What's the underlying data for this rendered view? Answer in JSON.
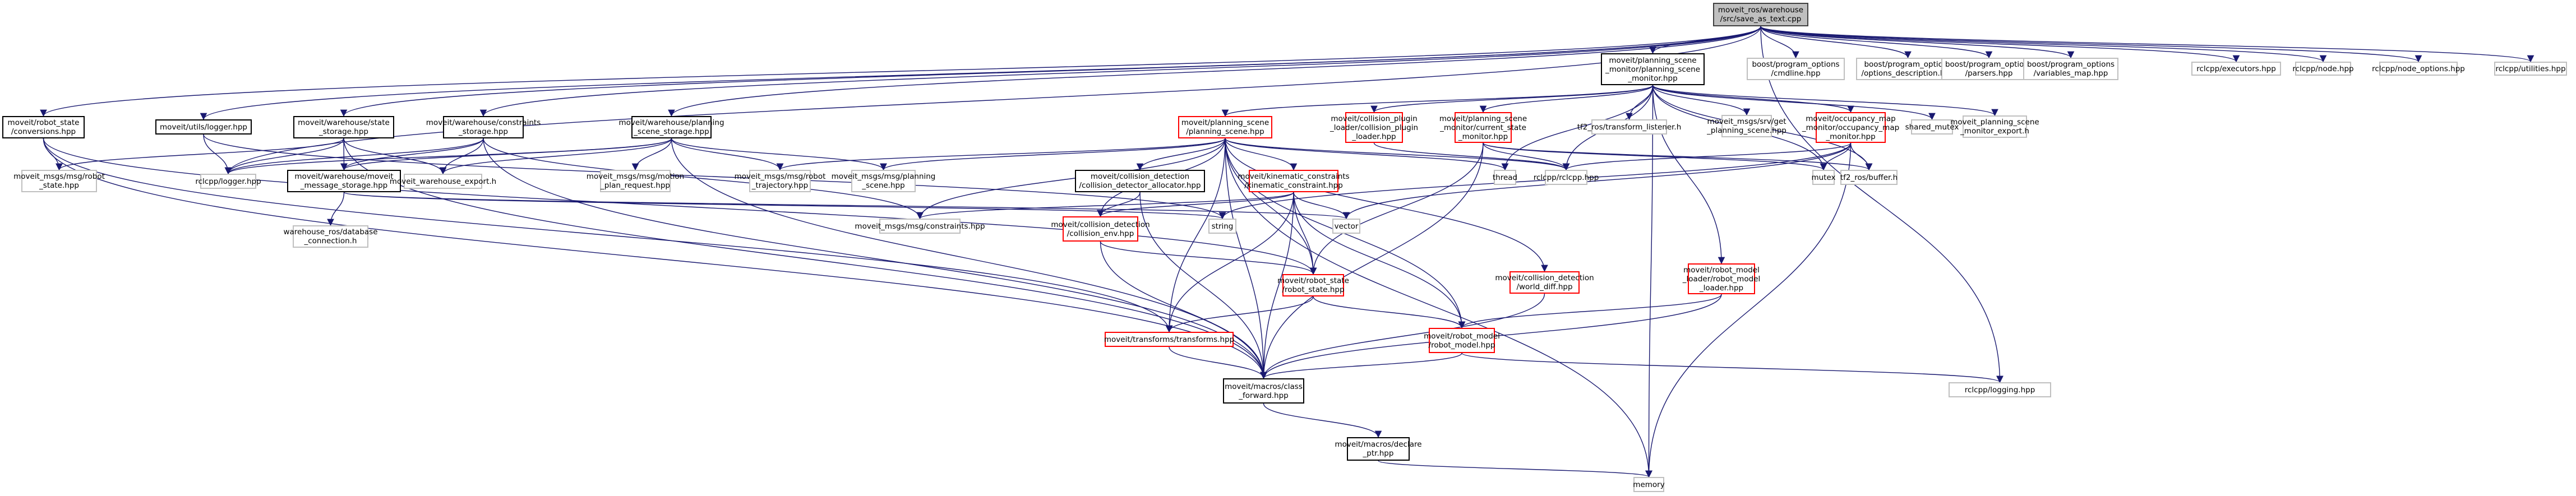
{
  "title": "moveit_ros/warehouse/src/save_as_text.cpp include dependency graph",
  "colors": {
    "edge": "#191970",
    "root_fill": "#bfbfbf",
    "documented_border": "#000000",
    "truncated_border": "#ff0000",
    "external_border": "#bfbfbf"
  },
  "nodes": [
    {
      "id": "root",
      "label": "moveit_ros/warehouse\n/src/save_as_text.cpp",
      "kind": "root"
    },
    {
      "id": "psm",
      "label": "moveit/planning_scene\n_monitor/planning_scene\n_monitor.hpp",
      "kind": "doc"
    },
    {
      "id": "cmdline",
      "label": "boost/program_options\n/cmdline.hpp",
      "kind": "ext"
    },
    {
      "id": "optdesc",
      "label": "boost/program_options\n/options_description.hpp",
      "kind": "ext"
    },
    {
      "id": "parsers",
      "label": "boost/program_options\n/parsers.hpp",
      "kind": "ext"
    },
    {
      "id": "varmap",
      "label": "boost/program_options\n/variables_map.hpp",
      "kind": "ext"
    },
    {
      "id": "executors",
      "label": "rclcpp/executors.hpp",
      "kind": "ext"
    },
    {
      "id": "node",
      "label": "rclcpp/node.hpp",
      "kind": "ext"
    },
    {
      "id": "nodeopts",
      "label": "rclcpp/node_options.hpp",
      "kind": "ext"
    },
    {
      "id": "utilities",
      "label": "rclcpp/utilities.hpp",
      "kind": "ext"
    },
    {
      "id": "rsconv",
      "label": "moveit/robot_state\n/conversions.hpp",
      "kind": "doc"
    },
    {
      "id": "ulogger",
      "label": "moveit/utils/logger.hpp",
      "kind": "doc"
    },
    {
      "id": "statest",
      "label": "moveit/warehouse/state\n_storage.hpp",
      "kind": "doc"
    },
    {
      "id": "constst",
      "label": "moveit/warehouse/constraints\n_storage.hpp",
      "kind": "doc"
    },
    {
      "id": "psst",
      "label": "moveit/warehouse/planning\n_scene_storage.hpp",
      "kind": "doc"
    },
    {
      "id": "ps",
      "label": "moveit/planning_scene\n/planning_scene.hpp",
      "kind": "red"
    },
    {
      "id": "cpl",
      "label": "moveit/collision_plugin\n_loader/collision_plugin\n_loader.hpp",
      "kind": "red"
    },
    {
      "id": "csm",
      "label": "moveit/planning_scene\n_monitor/current_state\n_monitor.hpp",
      "kind": "red"
    },
    {
      "id": "tflistener",
      "label": "tf2_ros/transform_listener.h",
      "kind": "ext"
    },
    {
      "id": "getps",
      "label": "moveit_msgs/srv/get\n_planning_scene.hpp",
      "kind": "ext"
    },
    {
      "id": "omm",
      "label": "moveit/occupancy_map\n_monitor/occupancy_map\n_monitor.hpp",
      "kind": "red"
    },
    {
      "id": "sharedmutex",
      "label": "shared_mutex",
      "kind": "ext"
    },
    {
      "id": "psmexport",
      "label": "moveit_planning_scene\n_monitor_export.h",
      "kind": "ext"
    },
    {
      "id": "rsmsg",
      "label": "moveit_msgs/msg/robot\n_state.hpp",
      "kind": "ext"
    },
    {
      "id": "rclogger",
      "label": "rclcpp/logger.hpp",
      "kind": "ext"
    },
    {
      "id": "msgst",
      "label": "moveit/warehouse/moveit\n_message_storage.hpp",
      "kind": "doc"
    },
    {
      "id": "whexport",
      "label": "moveit_warehouse_export.h",
      "kind": "ext"
    },
    {
      "id": "mpr",
      "label": "moveit_msgs/msg/motion\n_plan_request.hpp",
      "kind": "ext"
    },
    {
      "id": "rtraj",
      "label": "moveit_msgs/msg/robot\n_trajectory.hpp",
      "kind": "ext"
    },
    {
      "id": "psmsg",
      "label": "moveit_msgs/msg/planning\n_scene.hpp",
      "kind": "ext"
    },
    {
      "id": "cda",
      "label": "moveit/collision_detection\n/collision_detector_allocator.hpp",
      "kind": "doc"
    },
    {
      "id": "kc",
      "label": "moveit/kinematic_constraints\n/kinematic_constraint.hpp",
      "kind": "red"
    },
    {
      "id": "thread",
      "label": "thread",
      "kind": "ext"
    },
    {
      "id": "rclcpp",
      "label": "rclcpp/rclcpp.hpp",
      "kind": "ext"
    },
    {
      "id": "mutex",
      "label": "mutex",
      "kind": "ext"
    },
    {
      "id": "tfbuffer",
      "label": "tf2_ros/buffer.h",
      "kind": "ext"
    },
    {
      "id": "dbconn",
      "label": "warehouse_ros/database\n_connection.h",
      "kind": "ext"
    },
    {
      "id": "constmsg",
      "label": "moveit_msgs/msg/constraints.hpp",
      "kind": "ext"
    },
    {
      "id": "cenv",
      "label": "moveit/collision_detection\n/collision_env.hpp",
      "kind": "red"
    },
    {
      "id": "string",
      "label": "string",
      "kind": "ext"
    },
    {
      "id": "vector",
      "label": "vector",
      "kind": "ext"
    },
    {
      "id": "rstate",
      "label": "moveit/robot_state\n/robot_state.hpp",
      "kind": "red"
    },
    {
      "id": "wdiff",
      "label": "moveit/collision_detection\n/world_diff.hpp",
      "kind": "red"
    },
    {
      "id": "rml",
      "label": "moveit/robot_model\n_loader/robot_model\n_loader.hpp",
      "kind": "red"
    },
    {
      "id": "transforms",
      "label": "moveit/transforms/transforms.hpp",
      "kind": "red"
    },
    {
      "id": "rmodel",
      "label": "moveit/robot_model\n/robot_model.hpp",
      "kind": "red"
    },
    {
      "id": "logging",
      "label": "rclcpp/logging.hpp",
      "kind": "ext"
    },
    {
      "id": "classfwd",
      "label": "moveit/macros/class\n_forward.hpp",
      "kind": "doc"
    },
    {
      "id": "declptr",
      "label": "moveit/macros/declare\n_ptr.hpp",
      "kind": "doc"
    },
    {
      "id": "memory",
      "label": "memory",
      "kind": "ext"
    }
  ],
  "edges": [
    [
      "root",
      "psm"
    ],
    [
      "root",
      "cmdline"
    ],
    [
      "root",
      "optdesc"
    ],
    [
      "root",
      "parsers"
    ],
    [
      "root",
      "varmap"
    ],
    [
      "root",
      "executors"
    ],
    [
      "root",
      "node"
    ],
    [
      "root",
      "nodeopts"
    ],
    [
      "root",
      "utilities"
    ],
    [
      "root",
      "rsconv"
    ],
    [
      "root",
      "ulogger"
    ],
    [
      "root",
      "statest"
    ],
    [
      "root",
      "constst"
    ],
    [
      "root",
      "psst"
    ],
    [
      "root",
      "rclogger"
    ],
    [
      "root",
      "logging"
    ],
    [
      "psm",
      "ps"
    ],
    [
      "psm",
      "cpl"
    ],
    [
      "psm",
      "csm"
    ],
    [
      "psm",
      "tflistener"
    ],
    [
      "psm",
      "getps"
    ],
    [
      "psm",
      "omm"
    ],
    [
      "psm",
      "sharedmutex"
    ],
    [
      "psm",
      "psmexport"
    ],
    [
      "psm",
      "thread"
    ],
    [
      "psm",
      "rclcpp"
    ],
    [
      "psm",
      "mutex"
    ],
    [
      "psm",
      "tfbuffer"
    ],
    [
      "psm",
      "memory"
    ],
    [
      "psm",
      "rml"
    ],
    [
      "rsconv",
      "rsmsg"
    ],
    [
      "rsconv",
      "rstate"
    ],
    [
      "rsconv",
      "transforms"
    ],
    [
      "rsconv",
      "classfwd"
    ],
    [
      "ulogger",
      "rclogger"
    ],
    [
      "ulogger",
      "string"
    ],
    [
      "statest",
      "rsmsg"
    ],
    [
      "statest",
      "rclogger"
    ],
    [
      "statest",
      "msgst"
    ],
    [
      "statest",
      "whexport"
    ],
    [
      "statest",
      "classfwd"
    ],
    [
      "constst",
      "rclogger"
    ],
    [
      "constst",
      "msgst"
    ],
    [
      "constst",
      "whexport"
    ],
    [
      "constst",
      "constmsg"
    ],
    [
      "constst",
      "classfwd"
    ],
    [
      "psst",
      "rclogger"
    ],
    [
      "psst",
      "msgst"
    ],
    [
      "psst",
      "whexport"
    ],
    [
      "psst",
      "mpr"
    ],
    [
      "psst",
      "rtraj"
    ],
    [
      "psst",
      "psmsg"
    ],
    [
      "psst",
      "classfwd"
    ],
    [
      "msgst",
      "dbconn"
    ],
    [
      "msgst",
      "string"
    ],
    [
      "msgst",
      "vector"
    ],
    [
      "ps",
      "psmsg"
    ],
    [
      "ps",
      "rtraj"
    ],
    [
      "ps",
      "cda"
    ],
    [
      "ps",
      "kc"
    ],
    [
      "ps",
      "thread"
    ],
    [
      "ps",
      "rclcpp"
    ],
    [
      "ps",
      "cenv"
    ],
    [
      "ps",
      "rstate"
    ],
    [
      "ps",
      "wdiff"
    ],
    [
      "ps",
      "transforms"
    ],
    [
      "ps",
      "rmodel"
    ],
    [
      "ps",
      "classfwd"
    ],
    [
      "ps",
      "memory"
    ],
    [
      "ps",
      "constmsg"
    ],
    [
      "cpl",
      "rclcpp"
    ],
    [
      "csm",
      "rclcpp"
    ],
    [
      "csm",
      "mutex"
    ],
    [
      "csm",
      "tfbuffer"
    ],
    [
      "csm",
      "rstate"
    ],
    [
      "csm",
      "classfwd"
    ],
    [
      "omm",
      "rclcpp"
    ],
    [
      "omm",
      "mutex"
    ],
    [
      "omm",
      "tfbuffer"
    ],
    [
      "omm",
      "string"
    ],
    [
      "omm",
      "vector"
    ],
    [
      "omm",
      "memory"
    ],
    [
      "cda",
      "cenv"
    ],
    [
      "cda",
      "classfwd"
    ],
    [
      "kc",
      "constmsg"
    ],
    [
      "kc",
      "cenv"
    ],
    [
      "kc",
      "vector"
    ],
    [
      "kc",
      "rstate"
    ],
    [
      "kc",
      "rmodel"
    ],
    [
      "kc",
      "transforms"
    ],
    [
      "kc",
      "classfwd"
    ],
    [
      "cenv",
      "rstate"
    ],
    [
      "cenv",
      "classfwd"
    ],
    [
      "rstate",
      "transforms"
    ],
    [
      "rstate",
      "rmodel"
    ],
    [
      "wdiff",
      "classfwd"
    ],
    [
      "rml",
      "rmodel"
    ],
    [
      "rml",
      "classfwd"
    ],
    [
      "transforms",
      "classfwd"
    ],
    [
      "rmodel",
      "classfwd"
    ],
    [
      "rmodel",
      "logging"
    ],
    [
      "classfwd",
      "declptr"
    ],
    [
      "declptr",
      "memory"
    ]
  ]
}
